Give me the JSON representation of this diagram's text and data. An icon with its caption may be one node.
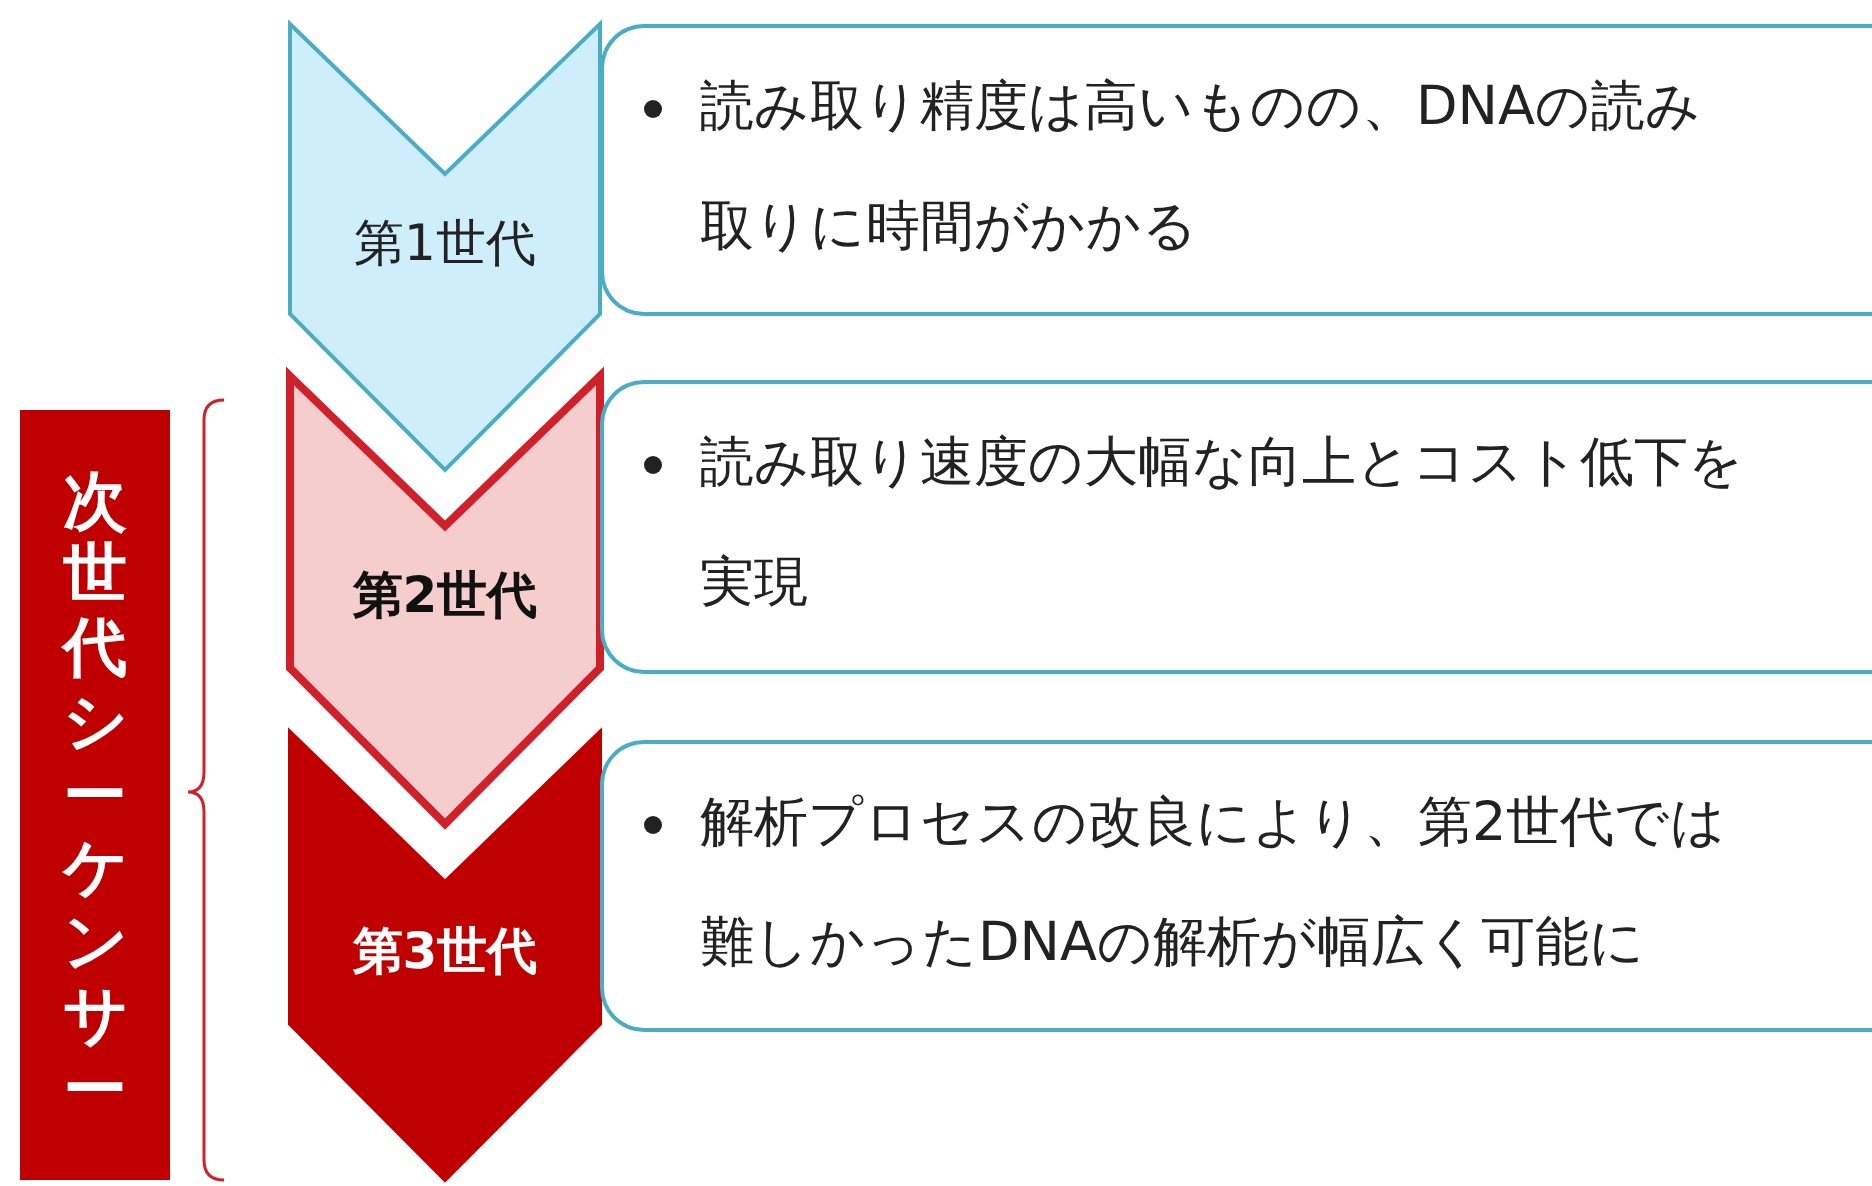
{
  "diagram": {
    "nodes": [
      {
        "text": [
          "第1世代"
        ]
      },
      {
        "text": [
          "読み取り精度は高いものの、DNAの読み取りに時間がかかる"
        ]
      },
      {
        "text": [
          "第2世代"
        ]
      },
      {
        "text": [
          "読み取り速度の大幅な向上とコスト低下を実現"
        ]
      },
      {
        "text": [
          "第3世代"
        ]
      },
      {
        "text": [
          "解析プロセスの改良により、第2世代では難しかったDNAの解析が幅広く可能に"
        ]
      },
      {
        "text": [
          "次世代シーケンサー"
        ]
      }
    ]
  }
}
